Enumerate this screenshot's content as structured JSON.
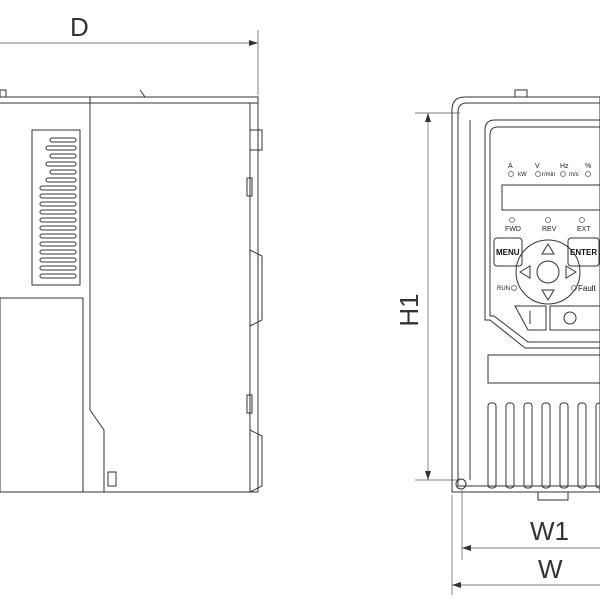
{
  "dimensions": {
    "depth": "D",
    "height": "H1",
    "width_mounting": "W1",
    "width": "W"
  },
  "panel": {
    "units": [
      "A",
      "V",
      "Hz",
      "%"
    ],
    "unit_links": [
      "kW",
      "r/min",
      "m/s"
    ],
    "status_leds": [
      "FWD",
      "REV",
      "EXT"
    ],
    "menu_button": "MENU",
    "enter_button": "ENTER",
    "run_led": "RUN",
    "fault_led": "Fault"
  }
}
